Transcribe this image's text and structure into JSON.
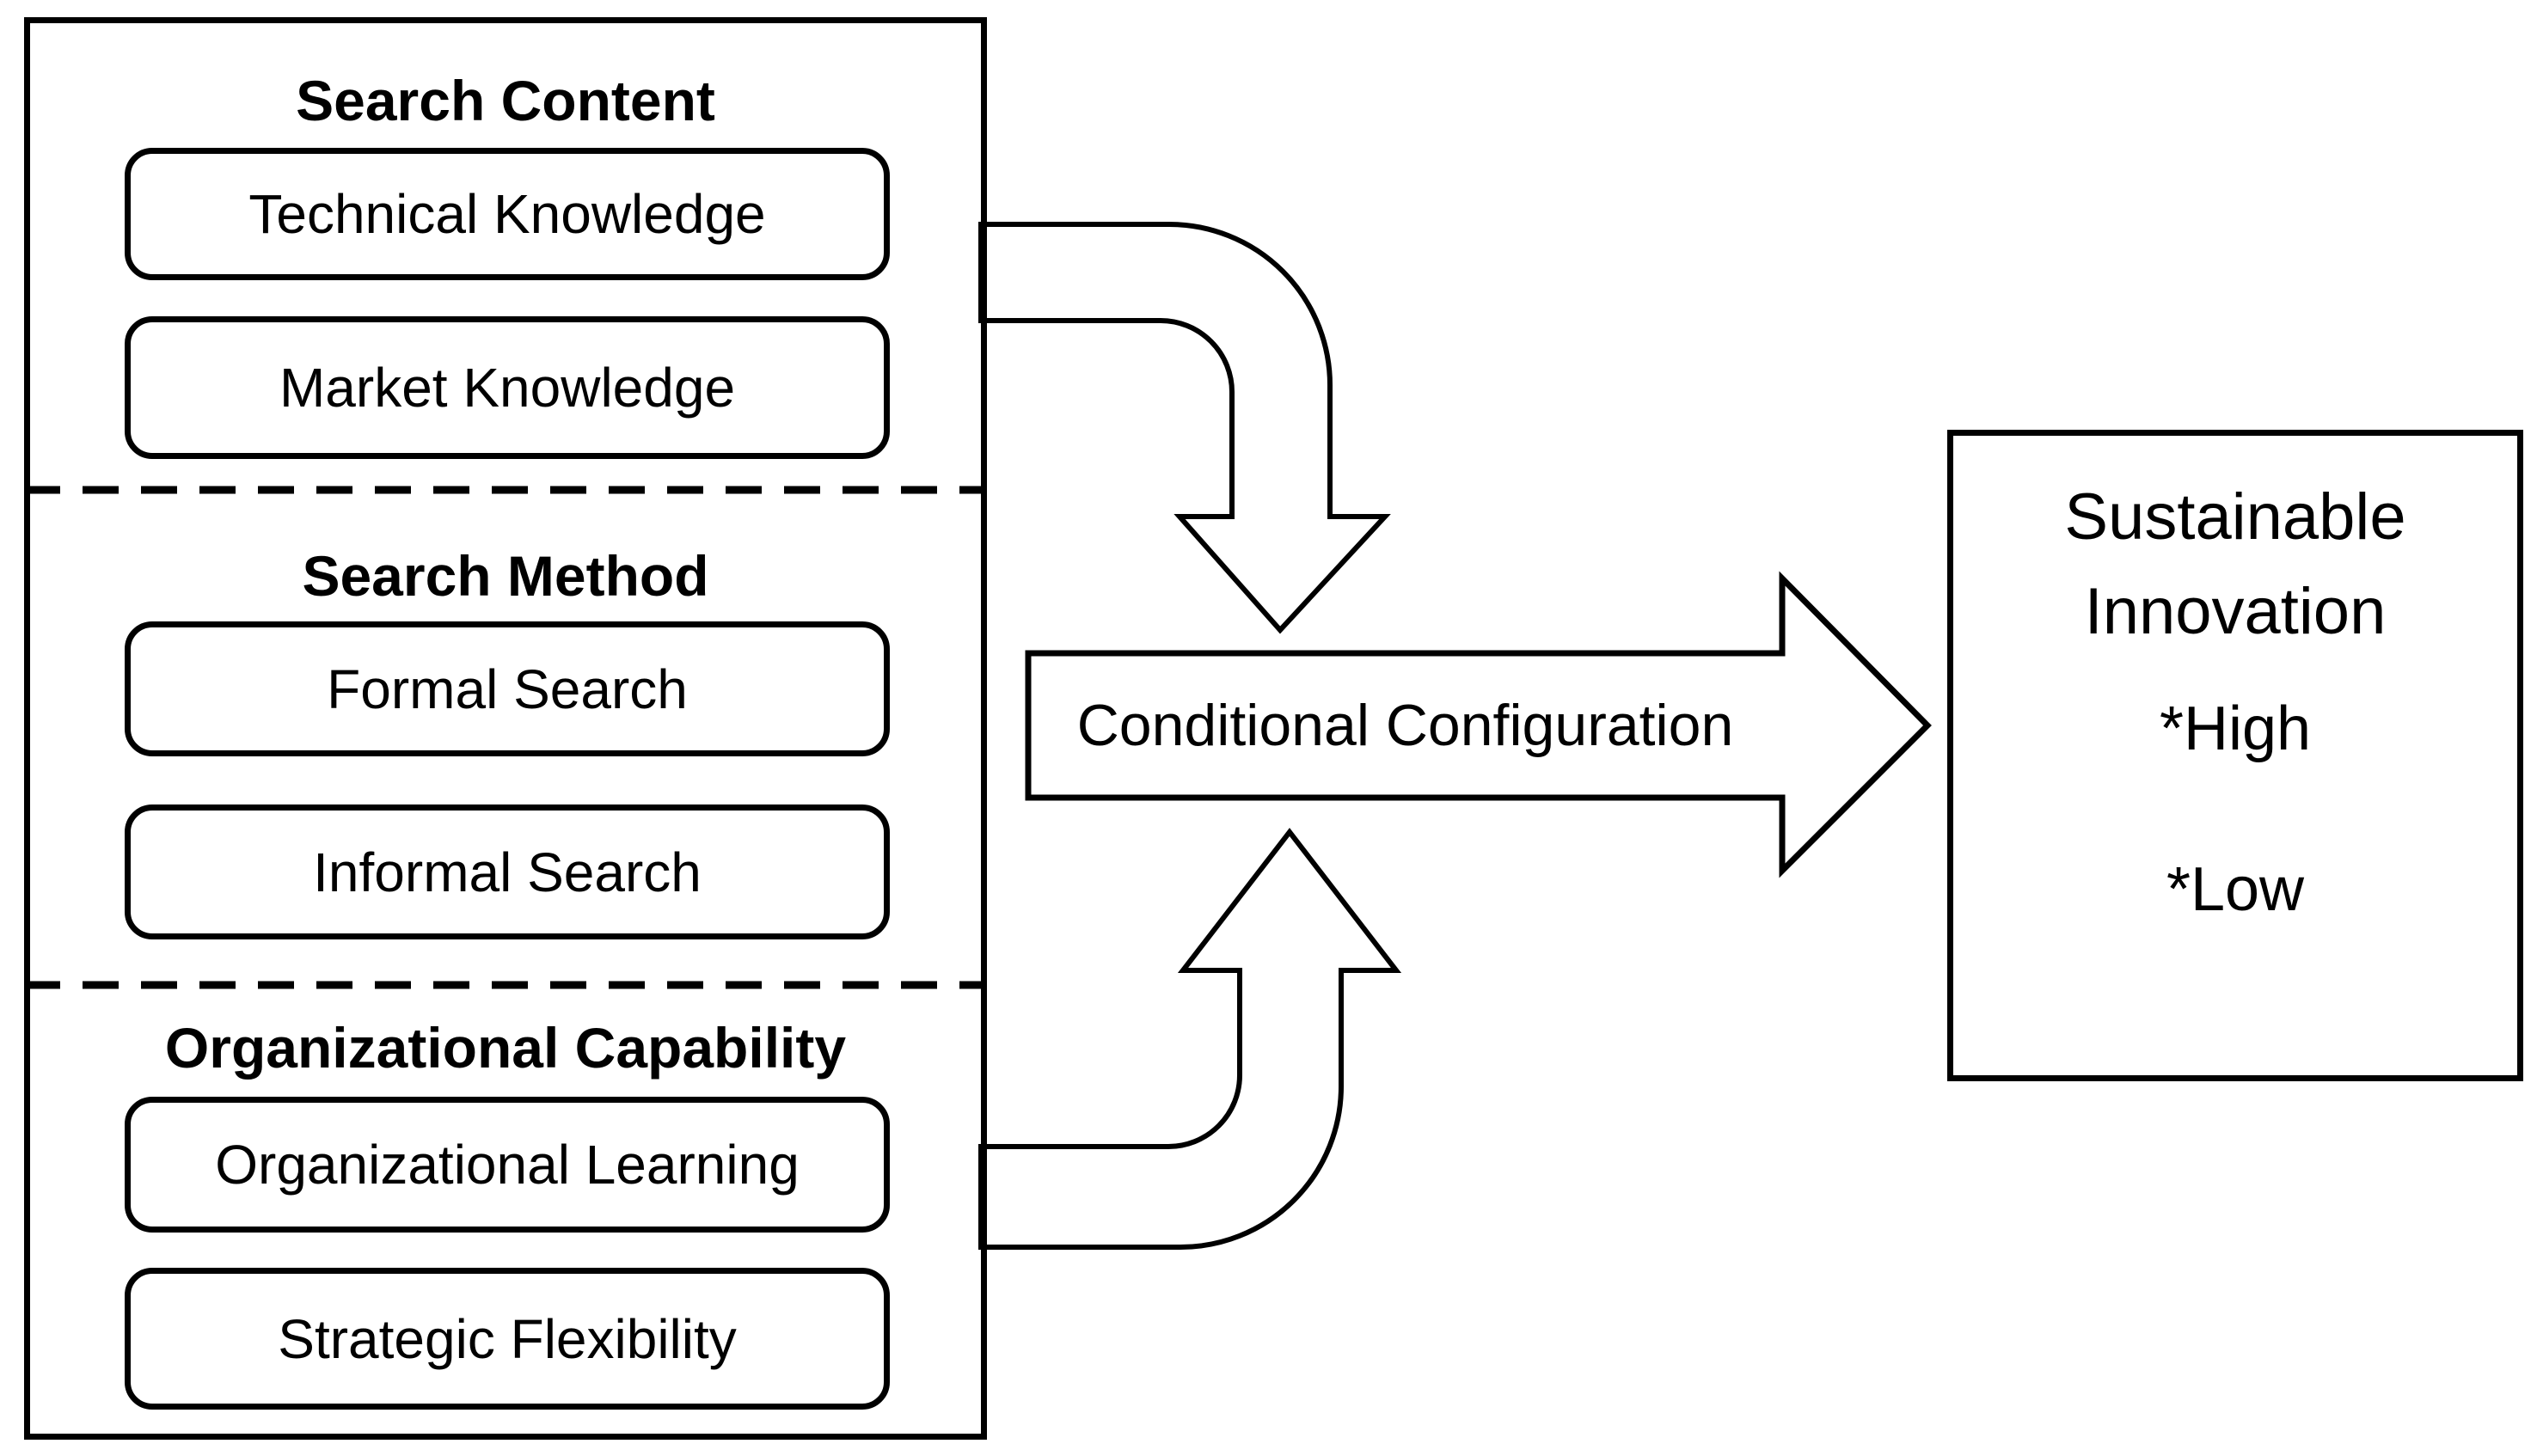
{
  "colors": {
    "background": "#ffffff",
    "line": "#000000",
    "text": "#000000"
  },
  "left_panel": {
    "sections": [
      {
        "title": "Search Content",
        "boxes": [
          "Technical Knowledge",
          "Market Knowledge"
        ]
      },
      {
        "title": "Search Method",
        "boxes": [
          "Formal Search",
          "Informal Search"
        ]
      },
      {
        "title": "Organizational Capability",
        "boxes": [
          "Organizational Learning",
          "Strategic Flexibility"
        ]
      }
    ]
  },
  "center_arrow": {
    "label": "Conditional Configuration",
    "direction": "right"
  },
  "outcome_box": {
    "title": "Sustainable Innovation",
    "levels": [
      "*High",
      "*Low"
    ]
  }
}
